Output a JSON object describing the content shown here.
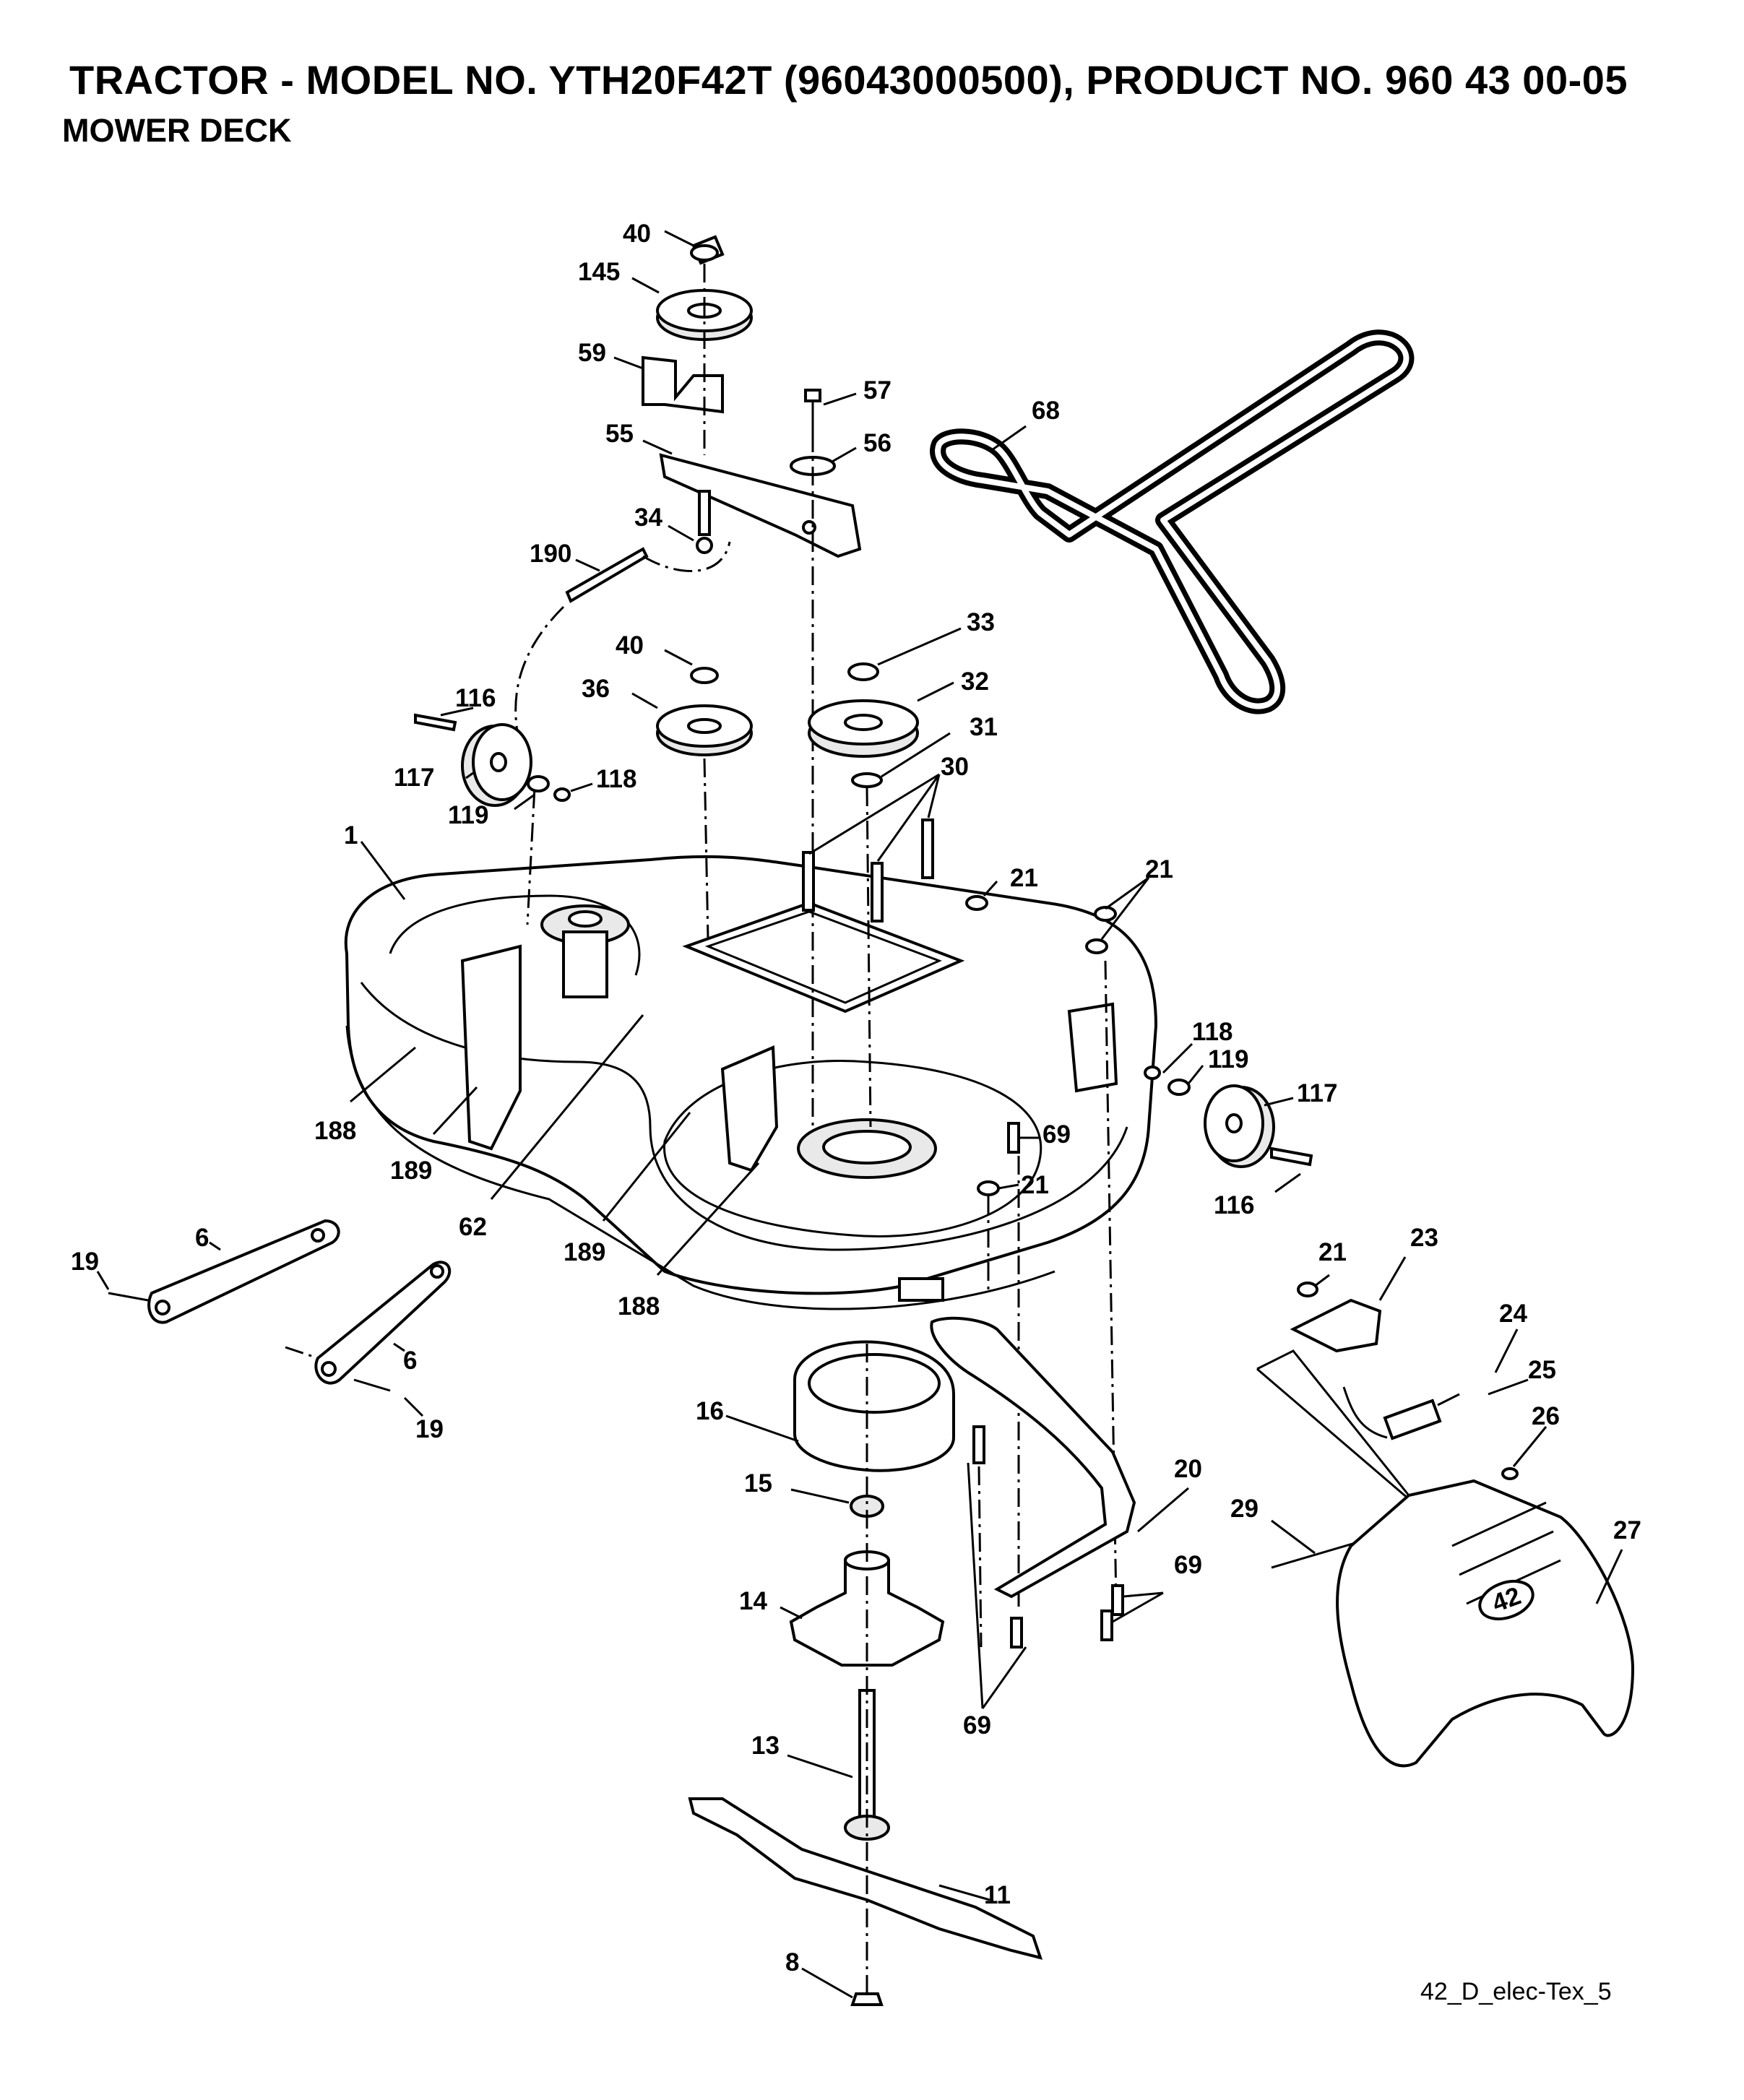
{
  "header": {
    "title": "TRACTOR - MODEL NO. YTH20F42T (96043000500), PRODUCT NO. 960 43 00-05",
    "subtitle": "MOWER DECK"
  },
  "footer": {
    "reference": "42_D_elec-Tex_5"
  },
  "deck_badge": "42",
  "callouts": {
    "p40a": "40",
    "p145": "145",
    "p59": "59",
    "p57": "57",
    "p68": "68",
    "p56": "56",
    "p55": "55",
    "p34": "34",
    "p190": "190",
    "p40b": "40",
    "p33": "33",
    "p36": "36",
    "p32": "32",
    "p31": "31",
    "p116a": "116",
    "p117a": "117",
    "p118a": "118",
    "p119a": "119",
    "p30": "30",
    "p1": "1",
    "p21a": "21",
    "p21b": "21",
    "p118b": "118",
    "p119b": "119",
    "p117b": "117",
    "p69a": "69",
    "p116b": "116",
    "p21c": "21",
    "p188a": "188",
    "p189a": "189",
    "p62": "62",
    "p189b": "189",
    "p188b": "188",
    "p6a": "6",
    "p19a": "19",
    "p6b": "6",
    "p19b": "19",
    "p21d": "21",
    "p23": "23",
    "p24": "24",
    "p25": "25",
    "p26": "26",
    "p16": "16",
    "p15": "15",
    "p20": "20",
    "p29": "29",
    "p27": "27",
    "p69b": "69",
    "p14": "14",
    "p69c": "69",
    "p13": "13",
    "p11": "11",
    "p8": "8"
  }
}
